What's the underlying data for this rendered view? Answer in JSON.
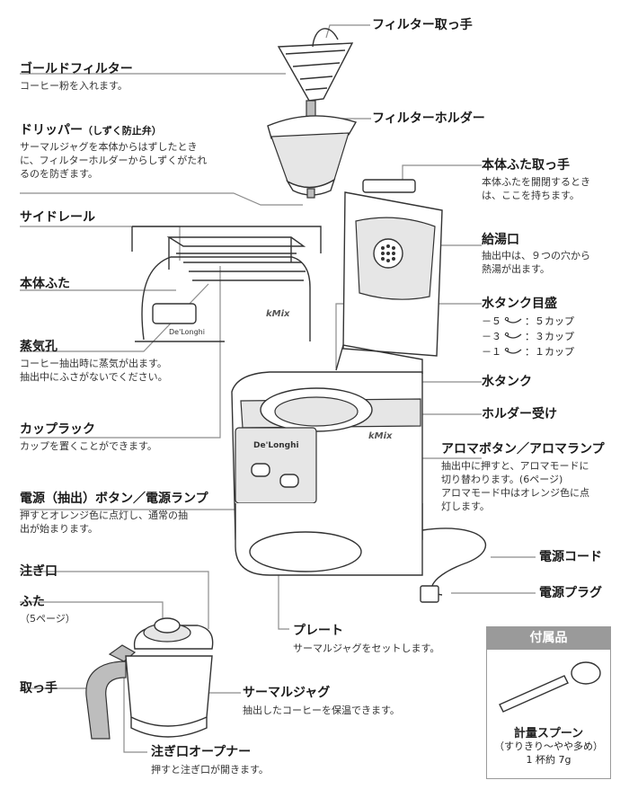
{
  "labels": {
    "filter_handle": "フィルター取っ手",
    "gold_filter": "ゴールドフィルター",
    "gold_filter_desc": "コーヒー粉を入れます。",
    "dripper": "ドリッパー",
    "dripper_sub": "（しずく防止弁）",
    "dripper_desc_1": "サーマルジャグを本体からはずしたとき",
    "dripper_desc_2": "に、フィルターホルダーからしずくがたれ",
    "dripper_desc_3": "るのを防ぎます。",
    "filter_holder": "フィルターホルダー",
    "lid_handle": "本体ふた取っ手",
    "lid_handle_desc_1": "本体ふたを開閉するとき",
    "lid_handle_desc_2": "は、ここを持ちます。",
    "side_rail": "サイドレール",
    "hot_water_outlet": "給湯口",
    "hot_water_desc_1": "抽出中は、９つの穴から",
    "hot_water_desc_2": "熱湯が出ます。",
    "main_lid": "本体ふた",
    "water_tank_scale": "水タンク目盛",
    "steam_hole": "蒸気孔",
    "steam_desc_1": "コーヒー抽出時に蒸気が出ます。",
    "steam_desc_2": "抽出中にふさがないでください。",
    "water_tank": "水タンク",
    "holder_receiver": "ホルダー受け",
    "cup_rack": "カップラック",
    "cup_rack_desc": "カップを置くことができます。",
    "aroma_button": "アロマボタン／アロマランプ",
    "aroma_desc_1": "抽出中に押すと、アロマモードに",
    "aroma_desc_2": "切り替わります。(6ページ)",
    "aroma_desc_3": "アロマモード中はオレンジ色に点",
    "aroma_desc_4": "灯します。",
    "power_button": "電源（抽出）ボタン／電源ランプ",
    "power_desc_1": "押すとオレンジ色に点灯し、通常の抽",
    "power_desc_2": "出が始まります。",
    "power_cord": "電源コード",
    "spout": "注ぎ口",
    "lid": "ふた",
    "lid_page": "（5ページ）",
    "power_plug": "電源プラグ",
    "plate": "プレート",
    "plate_desc": "サーマルジャグをセットします。",
    "handle": "取っ手",
    "thermal_jug": "サーマルジャグ",
    "thermal_jug_desc": "抽出したコーヒーを保温できます。",
    "spout_opener": "注ぎ口オープナー",
    "spout_opener_desc": "押すと注ぎ口が開きます。"
  },
  "scale_rows": [
    {
      "num": "－５",
      "text": "：５カップ"
    },
    {
      "num": "－３",
      "text": "：３カップ"
    },
    {
      "num": "－１",
      "text": "：１カップ"
    }
  ],
  "brand": {
    "logo_text": "De'Longhi",
    "model_text": "kMix"
  },
  "accessory": {
    "title": "付属品",
    "name": "計量スプーン",
    "note_1": "（すりきり～やや多め）",
    "note_2": "1 杯約 7g"
  }
}
